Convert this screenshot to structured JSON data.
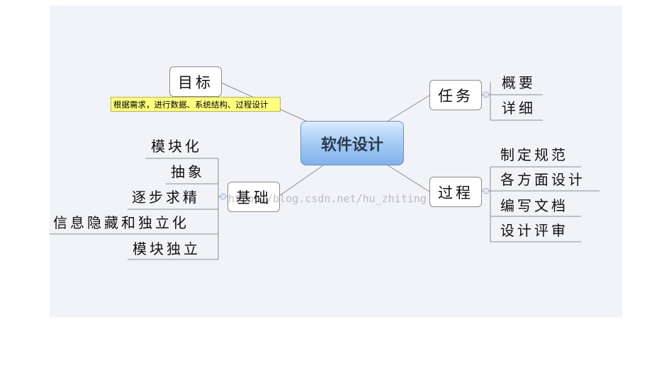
{
  "center": "软件设计",
  "branches": {
    "goal": {
      "label": "目标",
      "note": "根据需求，进行数据、系统结构、过程设计"
    },
    "task": {
      "label": "任务",
      "children": [
        "概要",
        "详细"
      ]
    },
    "process": {
      "label": "过程",
      "children": [
        "制定规范",
        "各方面设计",
        "编写文档",
        "设计评审"
      ]
    },
    "foundation": {
      "label": "基础",
      "children": [
        "模块化",
        "抽象",
        "逐步求精",
        "信息隐藏和独立化",
        "模块独立"
      ]
    }
  },
  "watermark": "http://blog.csdn.net/hu_zhiting",
  "colors": {
    "canvas": "#f2f3f8",
    "center_fill": "#a9cdf4",
    "note_fill": "#ffff80",
    "line": "#8c8c8c"
  }
}
